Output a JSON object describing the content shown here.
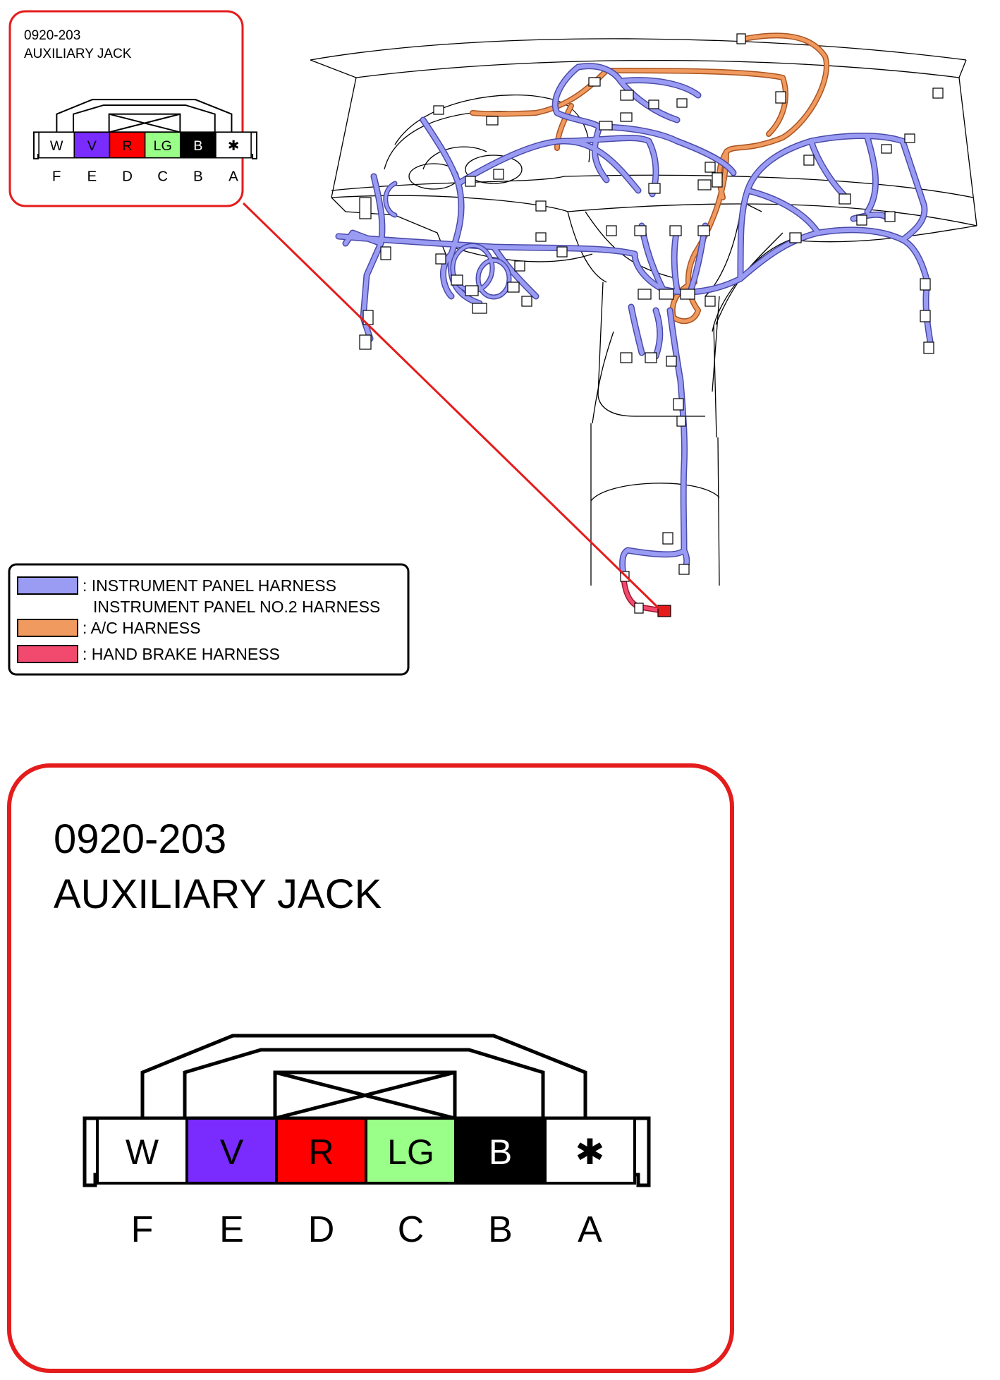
{
  "connector": {
    "code": "0920-203",
    "name": "AUXILIARY JACK",
    "pins": [
      {
        "letter": "F",
        "wire": "W",
        "fill": "#ffffff",
        "text_color": "#000000"
      },
      {
        "letter": "E",
        "wire": "V",
        "fill": "#7a2cff",
        "text_color": "#000000"
      },
      {
        "letter": "D",
        "wire": "R",
        "fill": "#ff0000",
        "text_color": "#000000"
      },
      {
        "letter": "C",
        "wire": "LG",
        "fill": "#99ff88",
        "text_color": "#000000"
      },
      {
        "letter": "B",
        "wire": "B",
        "fill": "#000000",
        "text_color": "#ffffff"
      },
      {
        "letter": "A",
        "wire": "✱",
        "fill": "#ffffff",
        "text_color": "#000000"
      }
    ]
  },
  "legend": [
    {
      "swatch": "#9a9cf4",
      "lines": [
        ": INSTRUMENT PANEL HARNESS",
        "INSTRUMENT PANEL NO.2 HARNESS"
      ]
    },
    {
      "swatch": "#f09a60",
      "lines": [
        ": A/C HARNESS"
      ]
    },
    {
      "swatch": "#f24a6e",
      "lines": [
        ": HAND BRAKE HARNESS"
      ]
    }
  ],
  "colors": {
    "frame_red": "#e41c1c",
    "ip_harness": "#9a9cf4",
    "ip_harness_stroke": "#4a4aa8",
    "ac_harness": "#f09a60",
    "ac_harness_stroke": "#a85420",
    "handbrake_harness": "#f24a6e",
    "line": "#000000"
  }
}
